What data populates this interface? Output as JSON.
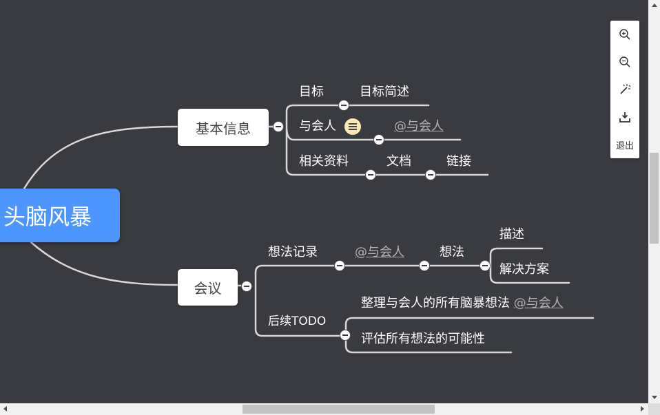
{
  "mindmap": {
    "root": "头脑风暴",
    "branch1": {
      "title": "基本信息",
      "goal": "目标",
      "goal_desc": "目标简述",
      "attendees": "与会人",
      "attendees_link": "@与会人",
      "resources": "相关资料",
      "doc": "文档",
      "link": "链接"
    },
    "branch2": {
      "title": "会议",
      "ideas": "想法记录",
      "ideas_link": "@与会人",
      "idea": "想法",
      "describe": "描述",
      "solution": "解决方案",
      "followup": "后续TODO",
      "todo1": "整理与会人的所有脑暴想法",
      "todo1_link": "@与会人",
      "todo2": "评估所有想法的可能性"
    }
  },
  "toolbar": {
    "zoom_in_icon": "zoom-in-icon",
    "zoom_out_icon": "zoom-out-icon",
    "magic_icon": "magic-wand-icon",
    "download_icon": "download-icon",
    "exit_label": "退出"
  },
  "colors": {
    "background": "#393b40",
    "root_fill": "#4d96ff",
    "line": "#d9d9d9",
    "note_badge": "#fbe8b4",
    "link_text": "#b3b3b3"
  }
}
